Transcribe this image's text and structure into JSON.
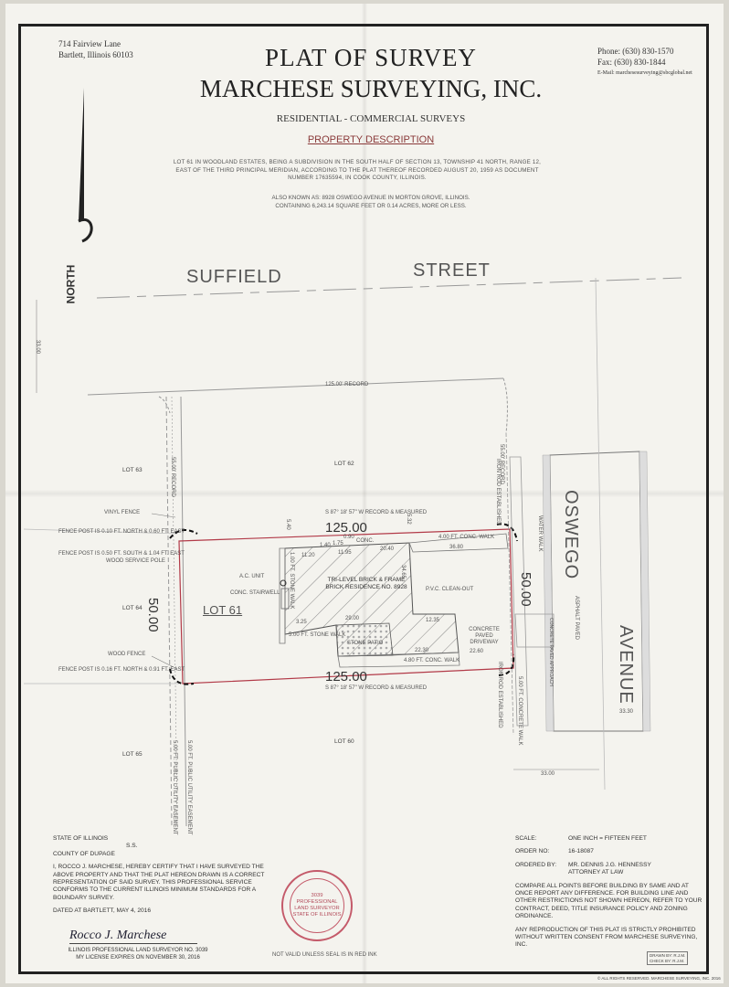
{
  "header": {
    "address_line1": "714 Fairview Lane",
    "address_line2": "Bartlett, Illinois 60103",
    "phone": "Phone: (630) 830-1570",
    "fax": "Fax:    (630) 830-1844",
    "email": "E-Mail: marchesesurveying@sbcglobal.net",
    "title": "PLAT OF SURVEY",
    "company": "MARCHESE SURVEYING, INC.",
    "tagline": "RESIDENTIAL - COMMERCIAL SURVEYS",
    "section_heading": "PROPERTY DESCRIPTION"
  },
  "description": {
    "legal": "LOT 61 IN WOODLAND ESTATES, BEING A SUBDIVISION IN THE SOUTH HALF OF SECTION 13, TOWNSHIP 41 NORTH, RANGE 12, EAST OF THE THIRD PRINCIPAL MERIDIAN, ACCORDING TO THE PLAT THEREOF RECORDED AUGUST 20, 1959 AS DOCUMENT NUMBER 17635594, IN COOK COUNTY, ILLINOIS.",
    "aka": "ALSO KNOWN AS:  8928 OSWEGO AVENUE IN MORTON GROVE, ILLINOIS.",
    "area": "CONTAINING 6,243.14 SQUARE FEET OR 0.14 ACRES, MORE OR LESS."
  },
  "map": {
    "north_label": "NORTH",
    "street_word1": "SUFFIELD",
    "street_word2": "STREET",
    "avenue_word1": "OSWEGO",
    "avenue_word2": "AVENUE",
    "lot_61": "LOT 61",
    "lot_62": "LOT 62",
    "lot_63": "LOT 63",
    "lot_64": "LOT 64",
    "lot_65": "LOT 65",
    "lot_60": "LOT 60",
    "dim_top": "125.00",
    "dim_bottom": "125.00",
    "dim_left": "50.00",
    "dim_right": "50.00",
    "record_125": "125.00' RECORD",
    "record_33_left": "33.00",
    "record_33_bottom": "33.00",
    "record_55_left": "55.00' RECORD",
    "record_55_right": "55.00' RECORD",
    "bearing_top": "S 87° 18' 57\" W",
    "bearing_top2": "RECORD & MEASURED",
    "bearing_bottom": "S 87° 18' 57\" W",
    "bearing_bottom2": "RECORD & MEASURED",
    "residence1": "TRI-LEVEL BRICK & FRAME",
    "residence2": "BRICK RESIDENCE NO. 8928",
    "vinyl_fence": "VINYL FENCE",
    "fence_post1": "FENCE POST IS 0.10 FT. NORTH & 0.60 FT. EAST",
    "fence_post2": "FENCE POST IS 0.50 FT. SOUTH & 1.04 FT. EAST",
    "wood_pole": "WOOD SERVICE POLE",
    "wood_fence": "WOOD FENCE",
    "fence_post3": "FENCE POST IS 0.16 FT. NORTH & 0.91 FT. EAST",
    "ac_unit": "A.C. UNIT",
    "conc_stairwell": "CONC. STAIRWELL",
    "stone_walk_top": "1.00 FT. STONE WALK",
    "stone_walk_bottom": "5.00 FT. STONE WALK",
    "stone_patio": "STONE PATIO",
    "conc_walk_top": "4.00 FT. CONC. WALK",
    "conc_walk_bottom": "4.80 FT. CONC. WALK",
    "conc_walk_public": "5.00 FT. CONCRETE WALK",
    "driveway": "CONCRETE PAVED DRIVEWAY",
    "pvc": "P.V.C. CLEAN-OUT",
    "asphalt": "ASPHALT PAVED",
    "water_walk": "WATER WALK",
    "approach": "CONCRETE PAVED APPROACH",
    "iron_rod": "IRON ROD ESTABLISHED",
    "iron_rod2": "IRON ROD ESTABLISHED",
    "easement1": "5.00 FT. PUBLIC UTILITY EASEMENT",
    "easement2": "5.00 FT. PUBLIC UTILITY EASEMENT",
    "d_36_80": "36.80",
    "d_22_60": "22.60",
    "d_29_00": "29.00",
    "d_20_40": "20.40",
    "d_11_95": "11.95",
    "d_11_20": "11.20",
    "d_22_30": "22.30",
    "d_34_65": "34.65",
    "d_12_35": "12.35",
    "d_5_40": "5.40",
    "d_5_32": "5.32",
    "d_3_25": "3.25",
    "d_1_40": "1.40",
    "d_1_75": "1.75",
    "d_0_90": "0.90",
    "conc_small": "CONC.",
    "d_33_30": "33.30"
  },
  "certificate": {
    "state": "STATE OF ILLINOIS",
    "ss": "S.S.",
    "county": "COUNTY OF DUPAGE",
    "body": "I, ROCCO J. MARCHESE, HEREBY CERTIFY THAT I HAVE SURVEYED THE ABOVE PROPERTY AND THAT THE PLAT HEREON DRAWN IS A CORRECT REPRESENTATION OF SAID SURVEY. THIS PROFESSIONAL SERVICE CONFORMS TO THE CURRENT ILLINOIS MINIMUM STANDARDS FOR A BOUNDARY SURVEY.",
    "dated": "DATED AT BARTLETT,    MAY 4, 2016",
    "signature": "Rocco J. Marchese",
    "license1": "ILLINOIS PROFESSIONAL LAND SURVEYOR NO. 3039",
    "license2": "MY LICENSE EXPIRES ON NOVEMBER 30, 2016"
  },
  "seal": {
    "number": "3039",
    "line1": "PROFESSIONAL",
    "line2": "LAND SURVEYOR",
    "line3": "STATE OF ILLINOIS",
    "not_valid": "NOT VALID UNLESS SEAL IS IN RED INK"
  },
  "info": {
    "scale_label": "SCALE:",
    "scale_value": "ONE INCH = FIFTEEN FEET",
    "order_label": "ORDER NO:",
    "order_value": "16-18087",
    "ordered_label": "ORDERED BY:",
    "ordered_value1": "MR. DENNIS J.G. HENNESSY",
    "ordered_value2": "ATTORNEY AT LAW",
    "compare": "COMPARE ALL POINTS BEFORE BUILDING BY SAME AND AT ONCE REPORT ANY DIFFERENCE. FOR BUILDING LINE AND OTHER RESTRICTIONS NOT SHOWN HEREON, REFER TO YOUR CONTRACT, DEED, TITLE INSURANCE POLICY AND ZONING ORDINANCE.",
    "reproduction": "ANY REPRODUCTION OF THIS PLAT IS STRICTLY PROHIBITED WITHOUT WRITTEN CONSENT FROM MARCHESE SURVEYING, INC.",
    "drawn_by": "DRAWN BY:   R.J.M.",
    "check_by": "CHECK BY:   R.J.M.",
    "rights": "© ALL RIGHTS RESERVED. MARCHESE SURVEYING, INC. 2016"
  }
}
